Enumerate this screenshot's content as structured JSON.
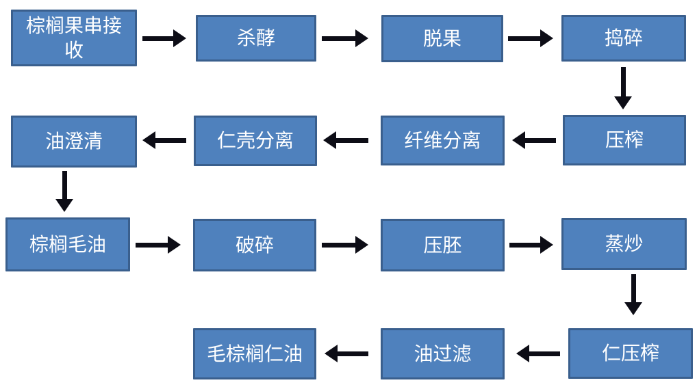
{
  "colors": {
    "box_fill": "#4F81BD",
    "box_border": "#3A5F8D",
    "box_text": "#FFFFFF",
    "arrow": "#0D0D16",
    "background": "#FFFFFF"
  },
  "nodes": [
    {
      "id": "reception",
      "label": "棕榈果串接收"
    },
    {
      "id": "sterilization",
      "label": "杀酵"
    },
    {
      "id": "stripping",
      "label": "脱果"
    },
    {
      "id": "digestion",
      "label": "捣碎"
    },
    {
      "id": "pressing",
      "label": "压榨"
    },
    {
      "id": "fiber-separation",
      "label": "纤维分离"
    },
    {
      "id": "kernel-shell-separation",
      "label": "仁壳分离"
    },
    {
      "id": "oil-clarification",
      "label": "油澄清"
    },
    {
      "id": "crude-palm-oil",
      "label": "棕榈毛油"
    },
    {
      "id": "cracking",
      "label": "破碎"
    },
    {
      "id": "flaking",
      "label": "压胚"
    },
    {
      "id": "conditioning",
      "label": "蒸炒"
    },
    {
      "id": "kernel-pressing",
      "label": "仁压榨"
    },
    {
      "id": "oil-filtration",
      "label": "油过滤"
    },
    {
      "id": "crude-palm-kernel-oil",
      "label": "毛棕榈仁油"
    }
  ],
  "edges": [
    {
      "from": "reception",
      "to": "sterilization",
      "direction": "right"
    },
    {
      "from": "sterilization",
      "to": "stripping",
      "direction": "right"
    },
    {
      "from": "stripping",
      "to": "digestion",
      "direction": "right"
    },
    {
      "from": "digestion",
      "to": "pressing",
      "direction": "down"
    },
    {
      "from": "pressing",
      "to": "fiber-separation",
      "direction": "left"
    },
    {
      "from": "fiber-separation",
      "to": "kernel-shell-separation",
      "direction": "left"
    },
    {
      "from": "kernel-shell-separation",
      "to": "oil-clarification",
      "direction": "left"
    },
    {
      "from": "oil-clarification",
      "to": "crude-palm-oil",
      "direction": "down"
    },
    {
      "from": "crude-palm-oil",
      "to": "cracking",
      "direction": "right"
    },
    {
      "from": "cracking",
      "to": "flaking",
      "direction": "right"
    },
    {
      "from": "flaking",
      "to": "conditioning",
      "direction": "right"
    },
    {
      "from": "conditioning",
      "to": "kernel-pressing",
      "direction": "down"
    },
    {
      "from": "kernel-pressing",
      "to": "oil-filtration",
      "direction": "left"
    },
    {
      "from": "oil-filtration",
      "to": "crude-palm-kernel-oil",
      "direction": "left"
    }
  ]
}
